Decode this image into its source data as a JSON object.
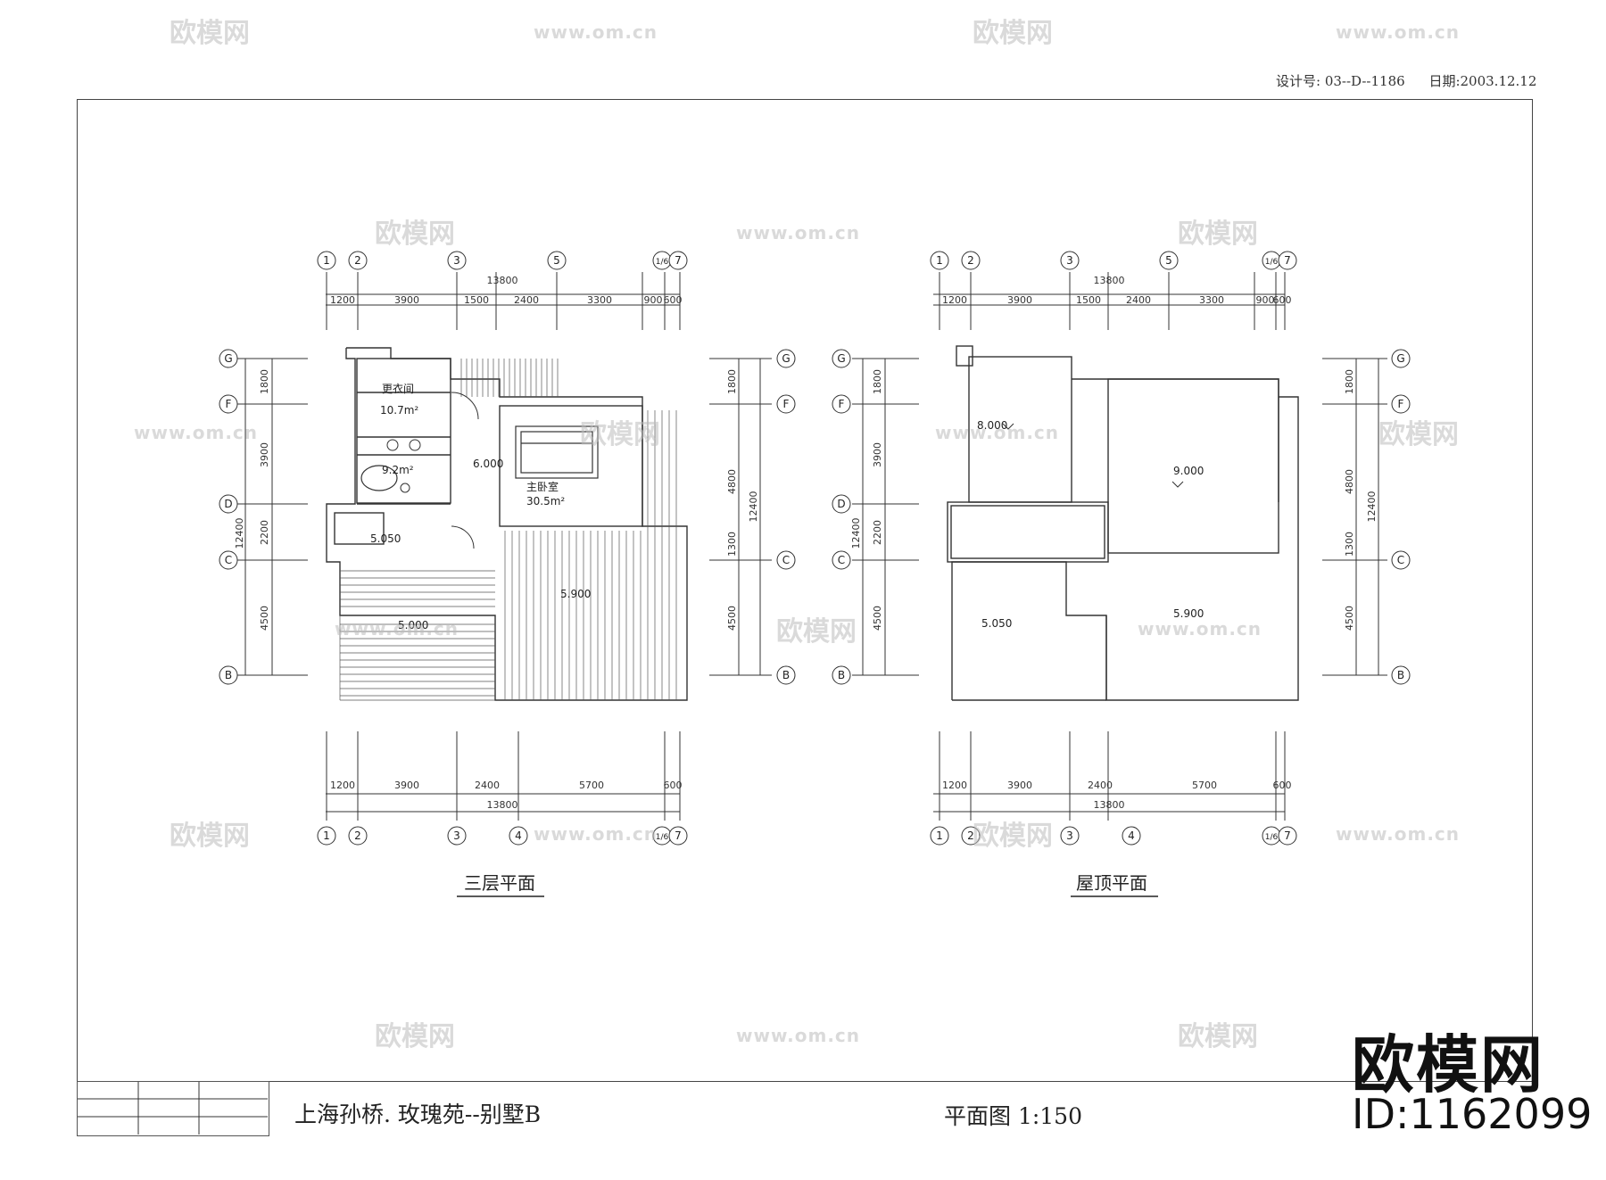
{
  "header": {
    "design_no": "设计号: 03--D--1186",
    "date": "日期:2003.12.12"
  },
  "plan_third": {
    "caption": "三层平面",
    "top_overall": "13800",
    "top_dims": [
      "1200",
      "3900",
      "1500",
      "2400",
      "3300",
      "900",
      "600"
    ],
    "bottom_overall": "13800",
    "bottom_dims": [
      "1200",
      "3900",
      "2400",
      "5700",
      "600"
    ],
    "left_overall": "12400",
    "left_dims": [
      "1800",
      "3900",
      "2200",
      "4500"
    ],
    "right_overall": "12400",
    "right_dims": [
      "1800",
      "4800",
      "1300",
      "4500"
    ],
    "col_axes_top": [
      "1",
      "2",
      "3",
      "5",
      "1/6",
      "7"
    ],
    "col_axes_bottom": [
      "1",
      "2",
      "3",
      "4",
      "1/6",
      "7"
    ],
    "row_axes_left": [
      "G",
      "F",
      "D",
      "C",
      "B"
    ],
    "row_axes_right": [
      "G",
      "F",
      "C",
      "B"
    ],
    "rooms": [
      {
        "name": "更衣间",
        "area": "10.7m²"
      },
      {
        "name": "",
        "area": "9.2m²"
      },
      {
        "name": "主卧室",
        "area": "30.5m²"
      }
    ],
    "levels": [
      "6.000",
      "5.050",
      "5.900",
      "5.000"
    ]
  },
  "plan_roof": {
    "caption": "屋顶平面",
    "top_overall": "13800",
    "top_dims": [
      "1200",
      "3900",
      "1500",
      "2400",
      "3300",
      "900",
      "600"
    ],
    "bottom_overall": "13800",
    "bottom_dims": [
      "1200",
      "3900",
      "2400",
      "5700",
      "600"
    ],
    "left_overall": "12400",
    "left_dims": [
      "1800",
      "3900",
      "2200",
      "4500"
    ],
    "right_overall": "12400",
    "right_dims": [
      "1800",
      "4800",
      "1300",
      "4500"
    ],
    "col_axes_top": [
      "1",
      "2",
      "3",
      "5",
      "1/6",
      "7"
    ],
    "col_axes_bottom": [
      "1",
      "2",
      "3",
      "4",
      "1/6",
      "7"
    ],
    "row_axes_left": [
      "G",
      "F",
      "D",
      "C",
      "B"
    ],
    "row_axes_right": [
      "G",
      "F",
      "C",
      "B"
    ],
    "levels": [
      "8.000",
      "9.000",
      "5.050",
      "5.900"
    ]
  },
  "title_block": {
    "project": "上海孙桥. 玫瑰苑--别墅B",
    "sheet": "平面图   1:150"
  },
  "watermark": {
    "brand": "欧模网",
    "url": "www.om.cn",
    "id": "ID:1162099"
  }
}
